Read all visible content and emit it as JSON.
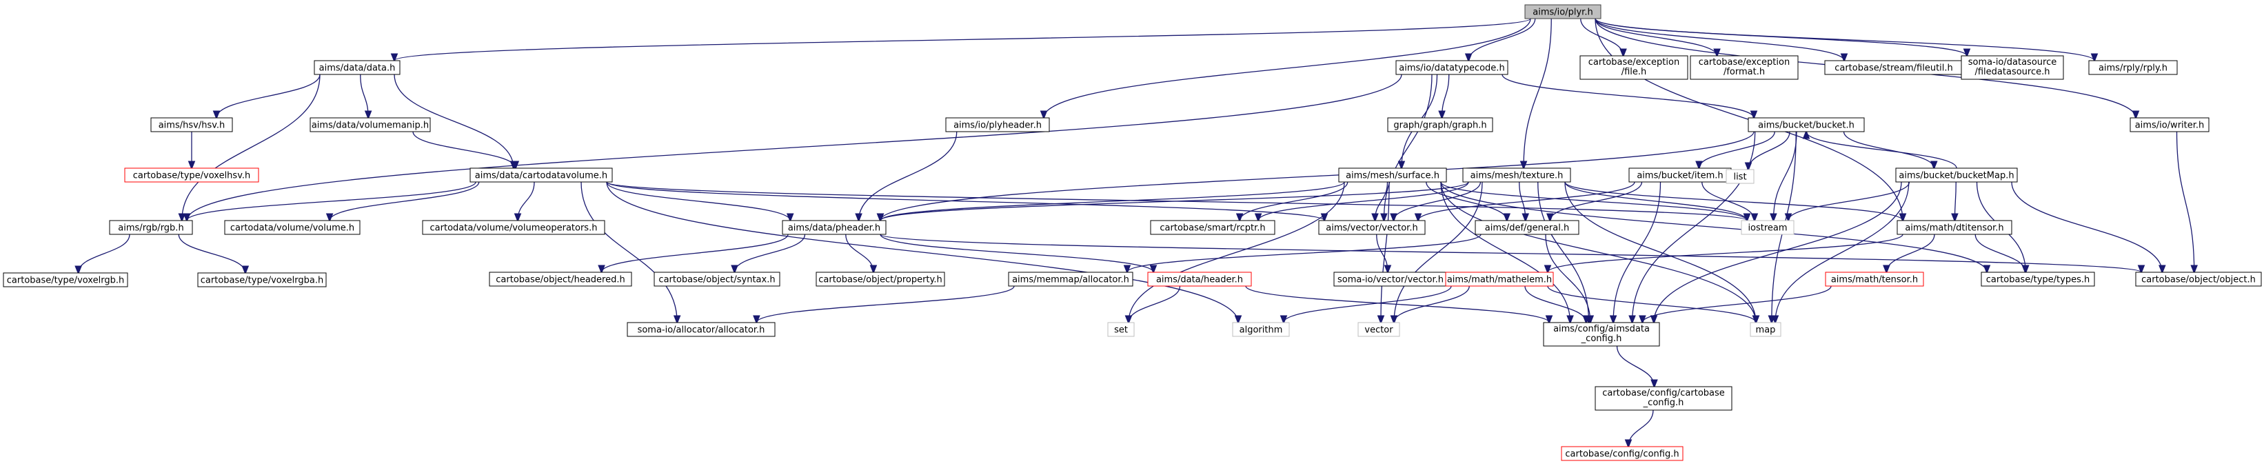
{
  "colors": {
    "edge": "#191970",
    "root_fill": "#bfbfbf",
    "missing_border": "#ff0000",
    "external_border": "#bfbfbf"
  },
  "nodes": [
    {
      "id": "plyr",
      "label": [
        "aims/io/plyr.h"
      ],
      "kind": "root"
    },
    {
      "id": "data_h",
      "label": [
        "aims/data/data.h"
      ],
      "kind": "normal"
    },
    {
      "id": "datatypecode",
      "label": [
        "aims/io/datatypecode.h"
      ],
      "kind": "normal"
    },
    {
      "id": "plyheader",
      "label": [
        "aims/io/plyheader.h"
      ],
      "kind": "normal"
    },
    {
      "id": "exc_file",
      "label": [
        "cartobase/exception",
        "/file.h"
      ],
      "kind": "normal"
    },
    {
      "id": "exc_format",
      "label": [
        "cartobase/exception",
        "/format.h"
      ],
      "kind": "normal"
    },
    {
      "id": "fileutil",
      "label": [
        "cartobase/stream/fileutil.h"
      ],
      "kind": "normal"
    },
    {
      "id": "filedatasource",
      "label": [
        "soma-io/datasource",
        "/filedatasource.h"
      ],
      "kind": "normal"
    },
    {
      "id": "rply",
      "label": [
        "aims/rply/rply.h"
      ],
      "kind": "normal"
    },
    {
      "id": "hsv",
      "label": [
        "aims/hsv/hsv.h"
      ],
      "kind": "normal"
    },
    {
      "id": "volumemanip",
      "label": [
        "aims/data/volumemanip.h"
      ],
      "kind": "normal"
    },
    {
      "id": "voxelhsv",
      "label": [
        "cartobase/type/voxelhsv.h"
      ],
      "kind": "red"
    },
    {
      "id": "graph",
      "label": [
        "graph/graph/graph.h"
      ],
      "kind": "normal"
    },
    {
      "id": "bucket",
      "label": [
        "aims/bucket/bucket.h"
      ],
      "kind": "normal"
    },
    {
      "id": "writer",
      "label": [
        "aims/io/writer.h"
      ],
      "kind": "normal"
    },
    {
      "id": "cartodatavolume",
      "label": [
        "aims/data/cartodatavolume.h"
      ],
      "kind": "normal"
    },
    {
      "id": "surface",
      "label": [
        "aims/mesh/surface.h"
      ],
      "kind": "normal"
    },
    {
      "id": "texture",
      "label": [
        "aims/mesh/texture.h"
      ],
      "kind": "normal"
    },
    {
      "id": "item",
      "label": [
        "aims/bucket/item.h"
      ],
      "kind": "normal"
    },
    {
      "id": "list",
      "label": [
        "list"
      ],
      "kind": "gray"
    },
    {
      "id": "bucketmap",
      "label": [
        "aims/bucket/bucketMap.h"
      ],
      "kind": "normal"
    },
    {
      "id": "rgb",
      "label": [
        "aims/rgb/rgb.h"
      ],
      "kind": "normal"
    },
    {
      "id": "cvolume",
      "label": [
        "cartodata/volume/volume.h"
      ],
      "kind": "normal"
    },
    {
      "id": "volops",
      "label": [
        "cartodata/volume/volumeoperators.h"
      ],
      "kind": "normal"
    },
    {
      "id": "pheader",
      "label": [
        "aims/data/pheader.h"
      ],
      "kind": "normal"
    },
    {
      "id": "rcptr",
      "label": [
        "cartobase/smart/rcptr.h"
      ],
      "kind": "normal"
    },
    {
      "id": "vector_h",
      "label": [
        "aims/vector/vector.h"
      ],
      "kind": "normal"
    },
    {
      "id": "general",
      "label": [
        "aims/def/general.h"
      ],
      "kind": "normal"
    },
    {
      "id": "iostream",
      "label": [
        "iostream"
      ],
      "kind": "gray"
    },
    {
      "id": "dtitensor",
      "label": [
        "aims/math/dtitensor.h"
      ],
      "kind": "normal"
    },
    {
      "id": "voxelrgb",
      "label": [
        "cartobase/type/voxelrgb.h"
      ],
      "kind": "normal"
    },
    {
      "id": "voxelrgba",
      "label": [
        "cartobase/type/voxelrgba.h"
      ],
      "kind": "normal"
    },
    {
      "id": "headered",
      "label": [
        "cartobase/object/headered.h"
      ],
      "kind": "normal"
    },
    {
      "id": "syntax",
      "label": [
        "cartobase/object/syntax.h"
      ],
      "kind": "normal"
    },
    {
      "id": "property",
      "label": [
        "cartobase/object/property.h"
      ],
      "kind": "normal"
    },
    {
      "id": "memmap",
      "label": [
        "aims/memmap/allocator.h"
      ],
      "kind": "normal"
    },
    {
      "id": "header_h",
      "label": [
        "aims/data/header.h"
      ],
      "kind": "red"
    },
    {
      "id": "somavector",
      "label": [
        "soma-io/vector/vector.h"
      ],
      "kind": "normal"
    },
    {
      "id": "mathelem",
      "label": [
        "aims/math/mathelem.h"
      ],
      "kind": "red"
    },
    {
      "id": "tensor",
      "label": [
        "aims/math/tensor.h"
      ],
      "kind": "red"
    },
    {
      "id": "types",
      "label": [
        "cartobase/type/types.h"
      ],
      "kind": "normal"
    },
    {
      "id": "object",
      "label": [
        "cartobase/object/object.h"
      ],
      "kind": "normal"
    },
    {
      "id": "allocator",
      "label": [
        "soma-io/allocator/allocator.h"
      ],
      "kind": "normal"
    },
    {
      "id": "set",
      "label": [
        "set"
      ],
      "kind": "gray"
    },
    {
      "id": "algorithm",
      "label": [
        "algorithm"
      ],
      "kind": "gray"
    },
    {
      "id": "vector",
      "label": [
        "vector"
      ],
      "kind": "gray"
    },
    {
      "id": "aimsdata_config",
      "label": [
        "aims/config/aimsdata",
        "_config.h"
      ],
      "kind": "normal"
    },
    {
      "id": "map",
      "label": [
        "map"
      ],
      "kind": "gray"
    },
    {
      "id": "cb_config",
      "label": [
        "cartobase/config/cartobase",
        "_config.h"
      ],
      "kind": "normal"
    },
    {
      "id": "config",
      "label": [
        "cartobase/config/config.h"
      ],
      "kind": "red"
    }
  ],
  "edges": [
    [
      "plyr",
      "data_h"
    ],
    [
      "plyr",
      "datatypecode"
    ],
    [
      "plyr",
      "plyheader"
    ],
    [
      "plyr",
      "texture"
    ],
    [
      "plyr",
      "exc_file"
    ],
    [
      "plyr",
      "exc_format"
    ],
    [
      "plyr",
      "fileutil"
    ],
    [
      "plyr",
      "filedatasource"
    ],
    [
      "plyr",
      "rply"
    ],
    [
      "plyr",
      "writer"
    ],
    [
      "plyr",
      "dtitensor"
    ],
    [
      "data_h",
      "hsv"
    ],
    [
      "data_h",
      "volumemanip"
    ],
    [
      "data_h",
      "cartodatavolume"
    ],
    [
      "data_h",
      "rgb"
    ],
    [
      "hsv",
      "voxelhsv"
    ],
    [
      "volumemanip",
      "cartodatavolume"
    ],
    [
      "datatypecode",
      "graph"
    ],
    [
      "datatypecode",
      "bucket"
    ],
    [
      "datatypecode",
      "surface"
    ],
    [
      "datatypecode",
      "vector_h"
    ],
    [
      "datatypecode",
      "rgb"
    ],
    [
      "plyheader",
      "pheader"
    ],
    [
      "writer",
      "object"
    ],
    [
      "cartodatavolume",
      "rgb"
    ],
    [
      "cartodatavolume",
      "cvolume"
    ],
    [
      "cartodatavolume",
      "volops"
    ],
    [
      "cartodatavolume",
      "pheader"
    ],
    [
      "cartodatavolume",
      "vector_h"
    ],
    [
      "cartodatavolume",
      "allocator"
    ],
    [
      "cartodatavolume",
      "algorithm"
    ],
    [
      "cartodatavolume",
      "iostream"
    ],
    [
      "rgb",
      "voxelrgb"
    ],
    [
      "rgb",
      "voxelrgba"
    ],
    [
      "bucket",
      "pheader"
    ],
    [
      "bucket",
      "item"
    ],
    [
      "bucket",
      "list"
    ],
    [
      "bucket",
      "iostream"
    ],
    [
      "bucket",
      "bucketmap"
    ],
    [
      "bucket",
      "aimsdata_config"
    ],
    [
      "bucket",
      "map"
    ],
    [
      "bucketmap",
      "bucket"
    ],
    [
      "bucketmap",
      "iostream"
    ],
    [
      "bucketmap",
      "dtitensor"
    ],
    [
      "bucketmap",
      "types"
    ],
    [
      "bucketmap",
      "object"
    ],
    [
      "bucketmap",
      "aimsdata_config"
    ],
    [
      "bucketmap",
      "map"
    ],
    [
      "item",
      "vector_h"
    ],
    [
      "item",
      "iostream"
    ],
    [
      "item",
      "aimsdata_config"
    ],
    [
      "item",
      "general"
    ],
    [
      "surface",
      "pheader"
    ],
    [
      "surface",
      "rcptr"
    ],
    [
      "surface",
      "vector_h"
    ],
    [
      "surface",
      "general"
    ],
    [
      "surface",
      "iostream"
    ],
    [
      "surface",
      "map"
    ],
    [
      "surface",
      "vector"
    ],
    [
      "surface",
      "set"
    ],
    [
      "surface",
      "aimsdata_config"
    ],
    [
      "surface",
      "types"
    ],
    [
      "texture",
      "pheader"
    ],
    [
      "texture",
      "rcptr"
    ],
    [
      "texture",
      "vector_h"
    ],
    [
      "texture",
      "general"
    ],
    [
      "texture",
      "iostream"
    ],
    [
      "texture",
      "map"
    ],
    [
      "texture",
      "vector"
    ],
    [
      "texture",
      "aimsdata_config"
    ],
    [
      "texture",
      "dtitensor"
    ],
    [
      "pheader",
      "headered"
    ],
    [
      "pheader",
      "syntax"
    ],
    [
      "pheader",
      "property"
    ],
    [
      "pheader",
      "header_h"
    ],
    [
      "pheader",
      "object"
    ],
    [
      "vector_h",
      "somavector"
    ],
    [
      "general",
      "aimsdata_config"
    ],
    [
      "general",
      "memmap"
    ],
    [
      "dtitensor",
      "tensor"
    ],
    [
      "dtitensor",
      "types"
    ],
    [
      "dtitensor",
      "mathelem"
    ],
    [
      "memmap",
      "allocator"
    ],
    [
      "header_h",
      "set"
    ],
    [
      "header_h",
      "aimsdata_config"
    ],
    [
      "mathelem",
      "algorithm"
    ],
    [
      "mathelem",
      "vector"
    ],
    [
      "mathelem",
      "map"
    ],
    [
      "mathelem",
      "aimsdata_config"
    ],
    [
      "tensor",
      "aimsdata_config"
    ],
    [
      "aimsdata_config",
      "cb_config"
    ],
    [
      "cb_config",
      "config"
    ]
  ]
}
